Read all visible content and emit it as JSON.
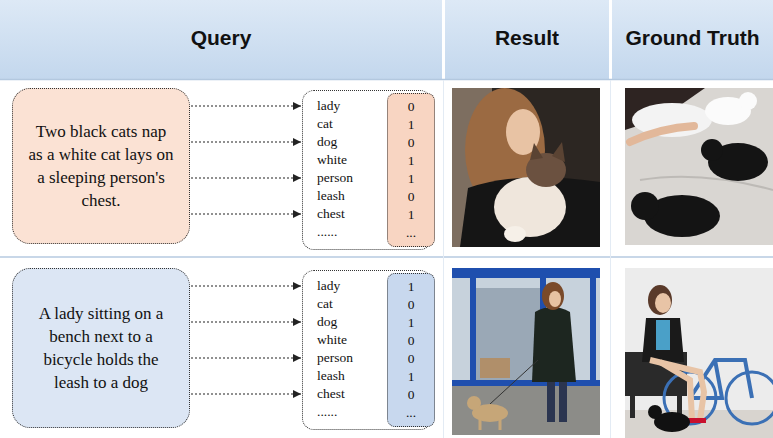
{
  "diagram": {
    "nodes": [
      {
        "text": [
          "Two black cats nap as a white cat lays on a sleeping person's chest."
        ]
      },
      {
        "text": [
          "lady",
          "cat",
          "dog",
          "white",
          "person",
          "leash",
          "chest",
          "......"
        ]
      },
      {
        "text": [
          "0",
          "1",
          "0",
          "1",
          "1",
          "0",
          "1",
          "..."
        ],
        "in": 1
      },
      {
        "text": [
          "A lady sitting on a bench next to a bicycle holds the leash to a dog"
        ]
      },
      {
        "text": [
          "lady",
          "cat",
          "dog",
          "white",
          "person",
          "leash",
          "chest",
          "......"
        ]
      },
      {
        "text": [
          "1",
          "0",
          "1",
          "0",
          "0",
          "1",
          "0",
          "..."
        ],
        "in": 4
      }
    ],
    "edges": [
      {
        "from": 0,
        "to": 1,
        "arrow": "to"
      },
      {
        "from": 0,
        "to": 1,
        "arrow": "to"
      },
      {
        "from": 0,
        "to": 1,
        "arrow": "to"
      },
      {
        "from": 0,
        "to": 1,
        "arrow": "to"
      },
      {
        "from": 3,
        "to": 4,
        "arrow": "to"
      },
      {
        "from": 3,
        "to": 4,
        "arrow": "to"
      },
      {
        "from": 3,
        "to": 4,
        "arrow": "to"
      },
      {
        "from": 3,
        "to": 4,
        "arrow": "to"
      }
    ],
    "labels": [
      "Query",
      "Result",
      "Ground Truth"
    ]
  }
}
